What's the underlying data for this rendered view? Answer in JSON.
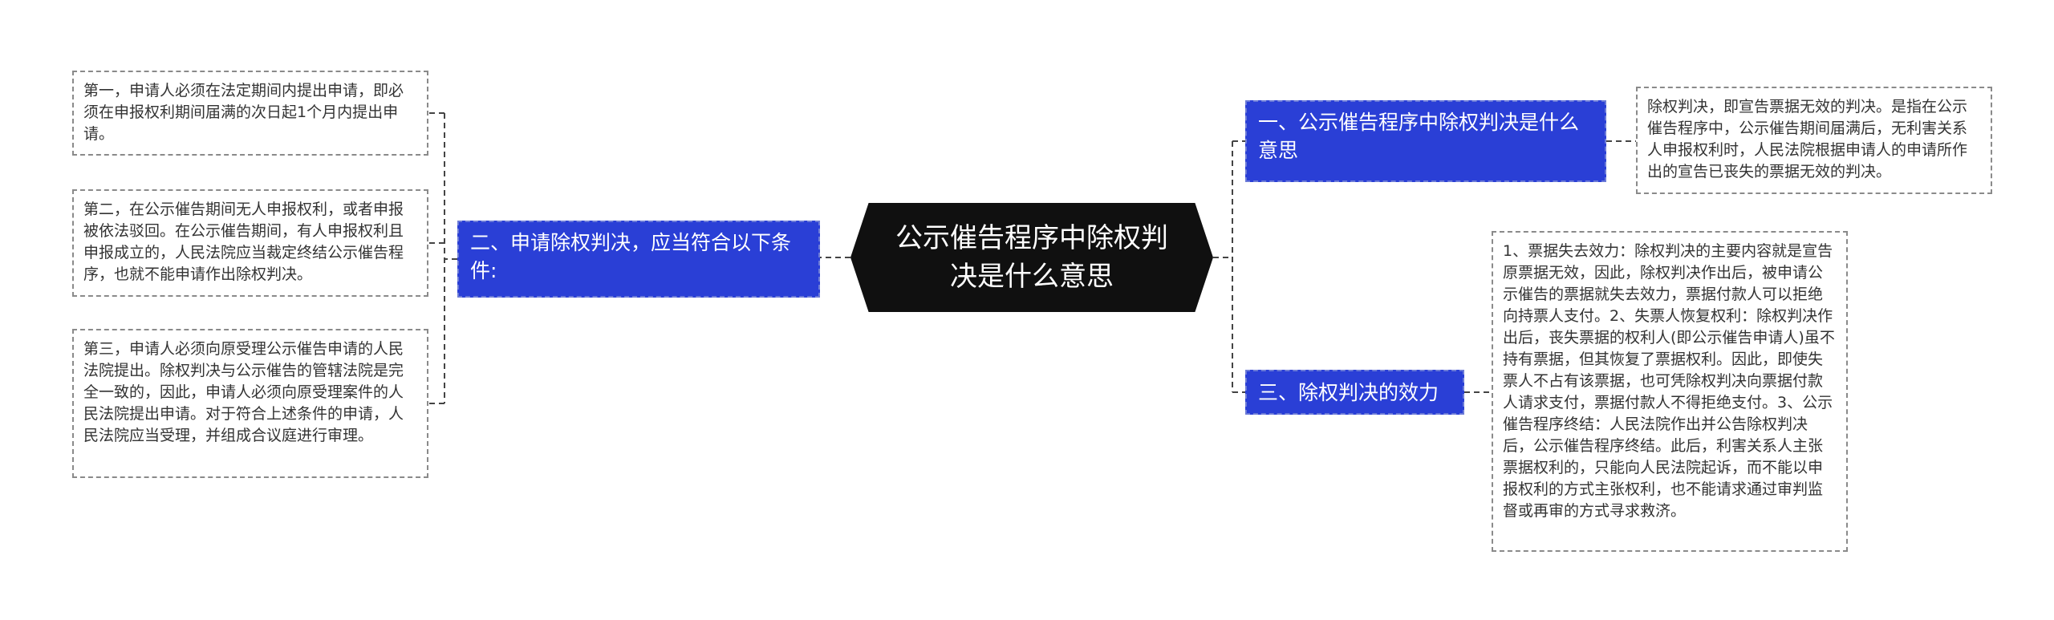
{
  "root": {
    "title": "公示催告程序中除权判决是什么意思"
  },
  "branches": {
    "left": {
      "label": "二、申请除权判决，应当符合以下条件:"
    },
    "right_1": {
      "label": "一、公示催告程序中除权判决是什么意思"
    },
    "right_2": {
      "label": "三、除权判决的效力"
    }
  },
  "leaves": {
    "left_1": "第一，申请人必须在法定期间内提出申请，即必须在申报权利期间届满的次日起1个月内提出申请。",
    "left_2": "第二，在公示催告期间无人申报权利，或者申报被依法驳回。在公示催告期间，有人申报权利且申报成立的，人民法院应当裁定终结公示催告程序，也就不能申请作出除权判决。",
    "left_3": "第三，申请人必须向原受理公示催告申请的人民法院提出。除权判决与公示催告的管辖法院是完全一致的，因此，申请人必须向原受理案件的人民法院提出申请。对于符合上述条件的申请，人民法院应当受理，并组成合议庭进行审理。",
    "right_1": "除权判决，即宣告票据无效的判决。是指在公示催告程序中，公示催告期间届满后，无利害关系人申报权利时，人民法院根据申请人的申请所作出的宣告已丧失的票据无效的判决。",
    "right_2": "1、票据失去效力：除权判决的主要内容就是宣告原票据无效，因此，除权判决作出后，被申请公示催告的票据就失去效力，票据付款人可以拒绝向持票人支付。2、失票人恢复权利：除权判决作出后，丧失票据的权利人(即公示催告申请人)虽不持有票据，但其恢复了票据权利。因此，即使失票人不占有该票据，也可凭除权判决向票据付款人请求支付，票据付款人不得拒绝支付。3、公示催告程序终结：人民法院作出并公告除权判决后，公示催告程序终结。此后，利害关系人主张票据权利的，只能向人民法院起诉，而不能以申报权利的方式主张权利，也不能请求通过审判监督或再审的方式寻求救济。"
  },
  "colors": {
    "root_bg": "#101010",
    "branch_bg": "#2a3fd6",
    "connector": "#444444",
    "leaf_border": "#8a8a8a"
  }
}
